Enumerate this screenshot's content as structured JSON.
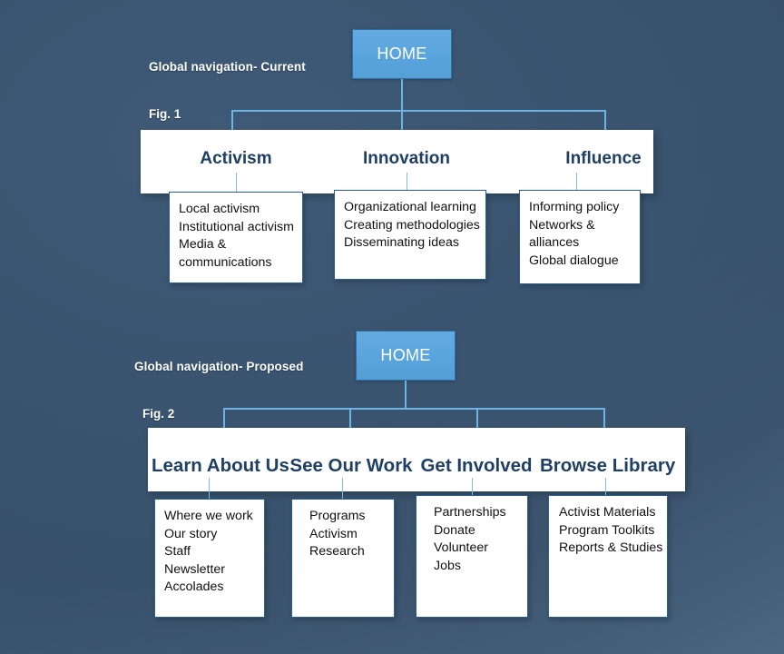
{
  "figures": [
    {
      "section_label": "Global navigation- Current",
      "fig_label": "Fig. 1",
      "root": {
        "label": "HOME"
      },
      "columns": [
        {
          "title": "Activism",
          "items": [
            "Local activism",
            "Institutional activism",
            "Media &",
            "communications"
          ]
        },
        {
          "title": "Innovation",
          "items": [
            "Organizational learning",
            "Creating methodologies",
            "Disseminating ideas"
          ]
        },
        {
          "title": "Influence",
          "items": [
            "Informing policy",
            "Networks &",
            "alliances",
            "Global dialogue"
          ]
        }
      ]
    },
    {
      "section_label": "Global navigation- Proposed",
      "fig_label": "Fig. 2",
      "root": {
        "label": "HOME"
      },
      "columns": [
        {
          "title": "Learn About Us",
          "items": [
            "Where we work",
            "Our story",
            "Staff",
            "Newsletter",
            "Accolades"
          ]
        },
        {
          "title": "See Our Work",
          "items": [
            "Programs",
            "Activism",
            "Research"
          ]
        },
        {
          "title": "Get Involved",
          "items": [
            "Partnerships",
            "Donate",
            "Volunteer",
            "Jobs"
          ]
        },
        {
          "title": "Browse Library",
          "items": [
            "Activist Materials",
            "Program Toolkits",
            "Reports & Studies"
          ]
        }
      ]
    }
  ],
  "colors": {
    "background": "#3a5470",
    "home_fill": "#5ba5de",
    "connector": "#6cb4e4",
    "panel": "#ffffff",
    "title_text": "#1f3f63",
    "label_text": "#ffffff"
  }
}
